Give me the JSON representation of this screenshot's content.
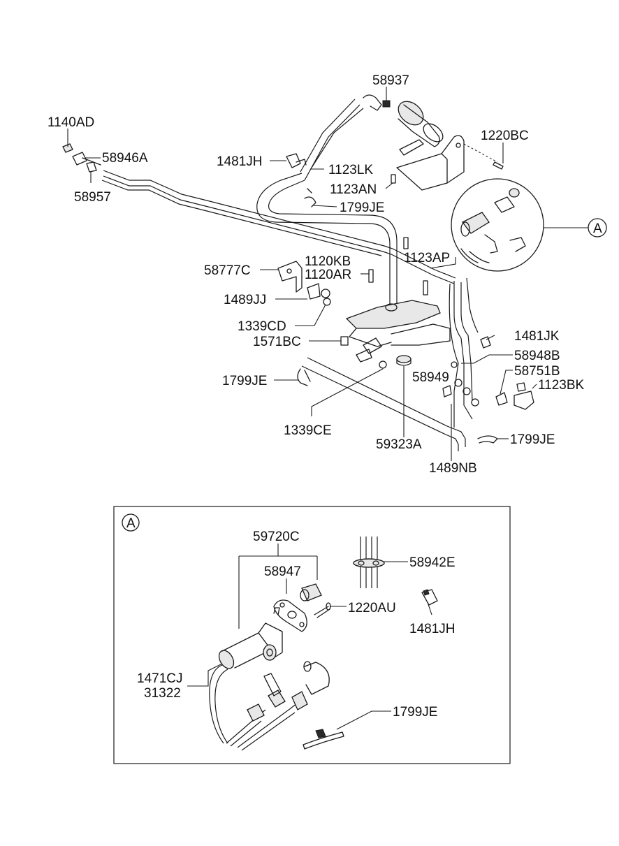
{
  "callouts": {
    "p58937": "58937",
    "p1140AD": "1140AD",
    "p58946A": "58946A",
    "p58957": "58957",
    "p1220BC": "1220BC",
    "p1481JH_top": "1481JH",
    "p1123LK": "1123LK",
    "p1123AN": "1123AN",
    "p1799JE_top": "1799JE",
    "p1120KB": "1120KB",
    "p1120AR": "1120AR",
    "p58777C": "58777C",
    "p1123AP": "1123AP",
    "p1489JJ": "1489JJ",
    "p1339CD": "1339CD",
    "p1571BC": "1571BC",
    "p1481JK": "1481JK",
    "p58948B": "58948B",
    "p58949": "58949",
    "p58751B": "58751B",
    "p1123BK": "1123BK",
    "p1799JE_left": "1799JE",
    "p1339CE": "1339CE",
    "p59323A": "59323A",
    "p1799JE_right": "1799JE",
    "p1489NB": "1489NB",
    "ref_A": "A"
  },
  "detail_A": {
    "marker": "A",
    "p59720C": "59720C",
    "p58947": "58947",
    "p58942E": "58942E",
    "p1220AU": "1220AU",
    "p1481JH": "1481JH",
    "p1471CJ": "1471CJ",
    "p31322": "31322",
    "p1799JE": "1799JE"
  }
}
